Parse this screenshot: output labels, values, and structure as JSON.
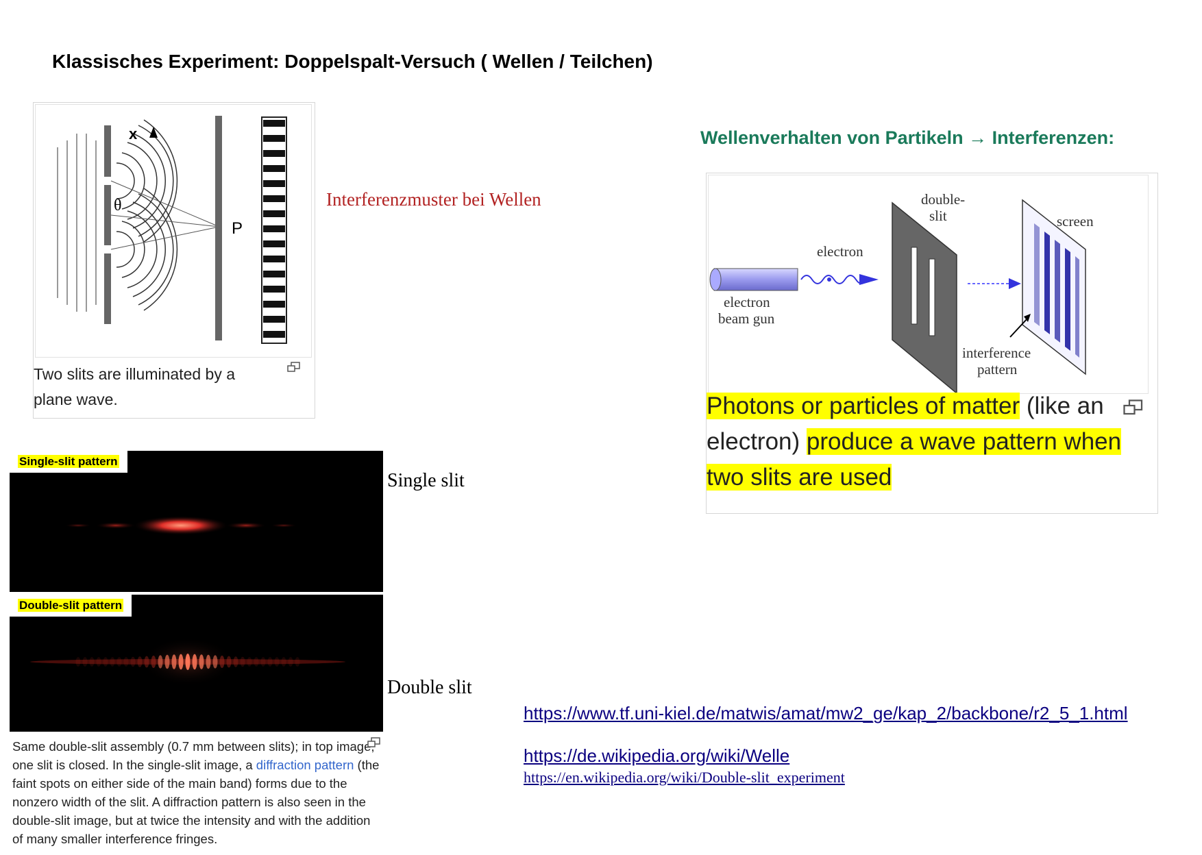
{
  "title": "Klassisches Experiment: Doppelspalt-Versuch ( Wellen / Teilchen)",
  "figure_waves": {
    "caption": "Two slits are illuminated by a plane wave.",
    "label_x": "x",
    "label_theta": "θ",
    "label_p": "P",
    "side_label": "Interferenzmuster bei Wellen"
  },
  "figure_patterns": {
    "single_label": "Single-slit pattern",
    "double_label": "Double-slit pattern",
    "caption_part1": "Same double-slit assembly (0.7 mm between slits); in top image, one slit is closed. In the single-slit image, a ",
    "caption_link": "diffraction pattern",
    "caption_part2": " (the faint spots on either side of the main band) forms due to the nonzero width of the slit. A diffraction pattern is also seen in the double-slit image, but at twice the intensity and with the addition of many smaller interference fringes.",
    "side_single": "Single slit",
    "side_double": "Double slit"
  },
  "figure_electrons": {
    "heading": "Wellenverhalten von Partikeln → Interferenzen:",
    "label_double_slit_1": "double-",
    "label_double_slit_2": "slit",
    "label_screen": "screen",
    "label_electron": "electron",
    "label_gun_1": "electron",
    "label_gun_2": "beam gun",
    "label_interference_1": "interference",
    "label_interference_2": "pattern",
    "caption_hl1": "Photons or particles of matter",
    "caption_mid": " (like an electron) ",
    "caption_hl2": "produce a wave pattern when two slits are used"
  },
  "links": {
    "kiel": "https://www.tf.uni-kiel.de/matwis/amat/mw2_ge/kap_2/backbone/r2_5_1.html",
    "welle": "https://de.wikipedia.org/wiki/Welle",
    "en": "https://en.wikipedia.org/wiki/Double-slit_experiment"
  },
  "colors": {
    "title_red": "#b22222",
    "heading_green": "#1a7a5a",
    "highlight": "#ffff00",
    "link": "#0b0080"
  }
}
